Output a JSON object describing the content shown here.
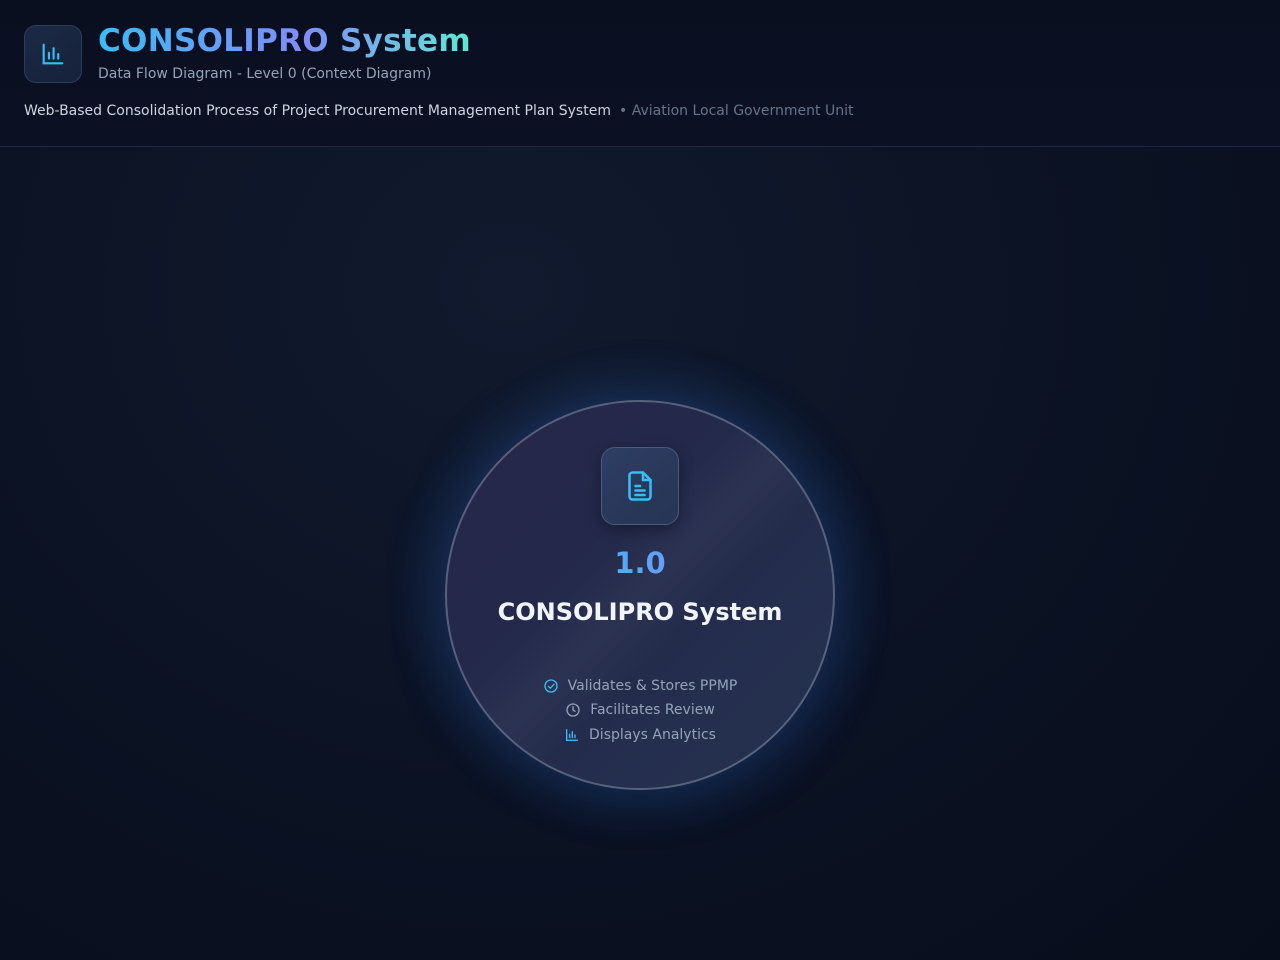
{
  "header": {
    "title": "CONSOLIPRO System",
    "subtitle": "Data Flow Diagram - Level 0 (Context Diagram)",
    "tagline": "Web-Based Consolidation Process of Project Procurement Management Plan System",
    "tagline_separator": "•",
    "organization": "Aviation Local Government Unit",
    "logo_icon": "bar-chart-icon"
  },
  "process": {
    "icon": "document-icon",
    "number": "1.0",
    "name": "CONSOLIPRO System",
    "features": [
      {
        "icon": "check-circle-icon",
        "label": "Validates & Stores PPMP"
      },
      {
        "icon": "clock-icon",
        "label": "Facilitates Review"
      },
      {
        "icon": "bar-chart-icon",
        "label": "Displays Analytics"
      }
    ]
  },
  "colors": {
    "background": "#0b1223",
    "accent_cyan": "#38bdf8",
    "accent_indigo": "#818cf8",
    "accent_teal": "#5eead4",
    "text_muted": "#94a3b8"
  }
}
